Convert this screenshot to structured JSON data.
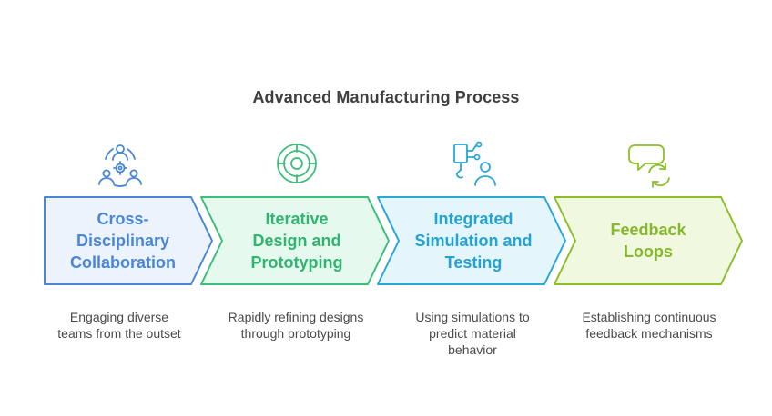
{
  "title": "Advanced Manufacturing Process",
  "steps": [
    {
      "label": "Cross-Disciplinary Collaboration",
      "description": "Engaging diverse teams from the outset",
      "icon": "team-collaboration-icon",
      "stroke": "#4a86d8",
      "fill": "#edf3fc",
      "text_color": "#4a86d8"
    },
    {
      "label": "Iterative Design and Prototyping",
      "description": "Rapidly refining designs through prototyping",
      "icon": "target-icon",
      "stroke": "#3bbf7a",
      "fill": "#e6f9ee",
      "text_color": "#2fb56f"
    },
    {
      "label": "Integrated Simulation and Testing",
      "description": "Using simulations to predict material behavior",
      "icon": "simulation-user-icon",
      "stroke": "#2aa7d8",
      "fill": "#e4f5fb",
      "text_color": "#23a3d4"
    },
    {
      "label": "Feedback Loops",
      "description": "Establishing continuous feedback mechanisms",
      "icon": "feedback-loop-icon",
      "stroke": "#8bbf2a",
      "fill": "#f1f8e0",
      "text_color": "#85b82a"
    }
  ]
}
